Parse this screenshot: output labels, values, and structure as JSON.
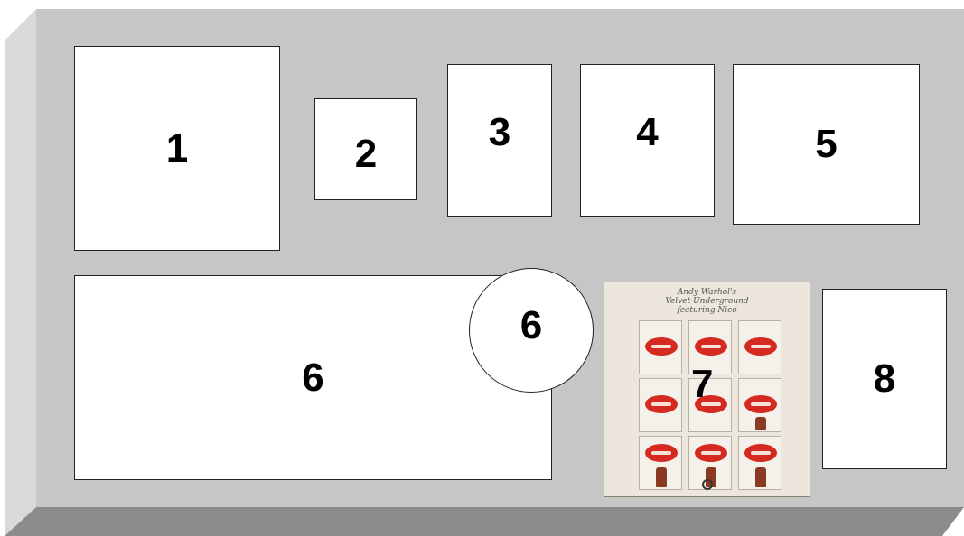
{
  "labels": {
    "box1": "1",
    "box2": "2",
    "box3": "3",
    "box4": "4",
    "box5": "5",
    "box6": "6",
    "circle6": "6",
    "cover7": "7",
    "box8": "8"
  },
  "cover": {
    "title": "Andy Warhol's\nVelvet Underground\nfeaturing Nico"
  },
  "colors": {
    "board": "#c6c6c6",
    "board_left_face": "#d9d9d9",
    "board_bottom_face": "#8c8c8c",
    "lips_red": "#d42a22"
  }
}
